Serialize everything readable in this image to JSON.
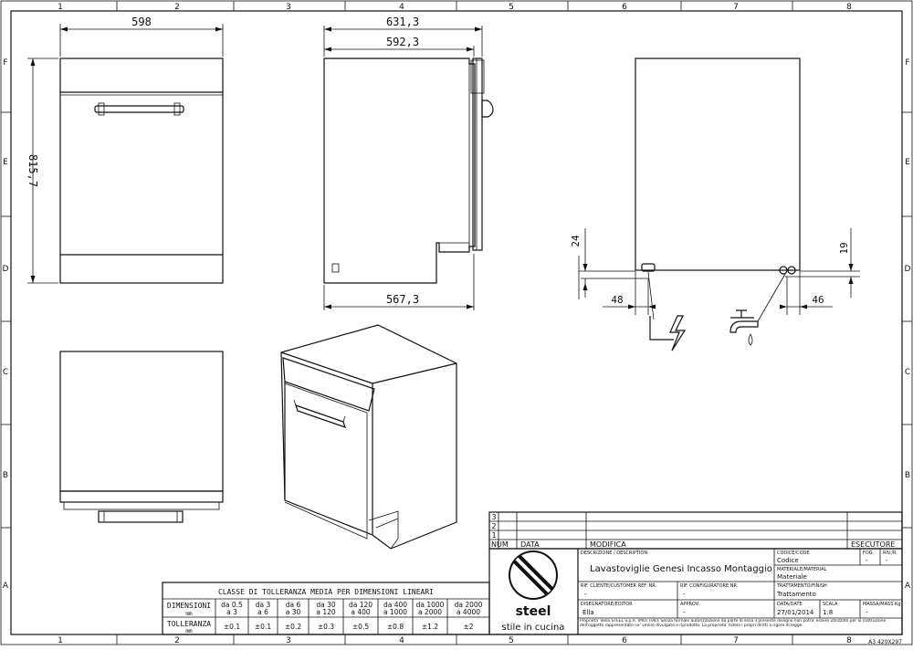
{
  "frame": {
    "col_labels": [
      "1",
      "2",
      "3",
      "4",
      "5",
      "6",
      "7",
      "8"
    ],
    "row_labels": [
      "F",
      "E",
      "D",
      "C",
      "B",
      "A"
    ]
  },
  "dimensions": {
    "front_width": "598",
    "front_height": "815,7",
    "side_depth_total": "631,3",
    "side_depth_body": "592,3",
    "side_depth_base": "567,3",
    "rear_h_left": "24",
    "rear_h_right": "19",
    "rear_off_left": "48",
    "rear_off_right": "46"
  },
  "revision_table": {
    "rows": [
      "3",
      "2",
      "1"
    ],
    "headers": {
      "num": "NUM",
      "date": "DATA",
      "change": "MODIFICA",
      "executor": "ESECUTORE"
    }
  },
  "title_block": {
    "logo_text": "steel",
    "logo_sub": "stile in cucina",
    "description_label": "DESCRIZIONE / DESCRIPTION",
    "description": "Lavastoviglie Genesi Incasso Montaggio",
    "ref_label": "RIF. CLIENTE/CUSTOMER REF. NR.",
    "ref_value": "-",
    "conf_label": "RIF. CONFIGURATORE NR.",
    "conf_value": "-",
    "designer_label": "DISEGNATORE/EDITOR",
    "designer": "Ella",
    "approved_label": "APPROV.",
    "approved": "-",
    "code_label": "CODICE/CODE",
    "code": "Codice",
    "sheet_label": "FOG.",
    "sheet": "-",
    "rev_label": "RIV./R.",
    "rev": "-",
    "material_label": "MATERIALE/MATERIAL",
    "material": "Materiale",
    "treatment_label": "TRATTAMENTO/FINISH",
    "treatment": "Trattamento",
    "date_label": "DATA/DATE",
    "date": "27/01/2014",
    "scale_label": "SCALA",
    "scale": "1:8",
    "mass_label": "MASSA/MASS Kg",
    "mass": "-",
    "property_note": "Proprieta' della STEEL S.p.A. (MO) ITALY. Senza formale autorizzazione da parte di essa il presente disegno non potra' essere utilizzato per la costruzione dell'oggetto rappresentato ne' venire divulgato o riprodotto. La proprieta' tutela i propri diritti a rigore di legge.",
    "sheet_format": "A3 420X297"
  },
  "tolerance_table": {
    "title": "CLASSE DI TOLLERANZA MEDIA PER DIMENSIONI LINEARI",
    "dim_label": "DIMENSIONI",
    "dim_unit": "mm",
    "tol_label": "TOLLERANZA",
    "tol_unit": "mm",
    "ranges": [
      {
        "from": "da 0.5",
        "to": "a 3",
        "tol": "±0.1"
      },
      {
        "from": "da 3",
        "to": "a 6",
        "tol": "±0.1"
      },
      {
        "from": "da 6",
        "to": "a 30",
        "tol": "±0.2"
      },
      {
        "from": "da 30",
        "to": "a 120",
        "tol": "±0.3"
      },
      {
        "from": "da 120",
        "to": "a 400",
        "tol": "±0.5"
      },
      {
        "from": "da 400",
        "to": "a 1000",
        "tol": "±0.8"
      },
      {
        "from": "da 1000",
        "to": "a 2000",
        "tol": "±1.2"
      },
      {
        "from": "da 2000",
        "to": "a 4000",
        "tol": "±2"
      }
    ]
  }
}
